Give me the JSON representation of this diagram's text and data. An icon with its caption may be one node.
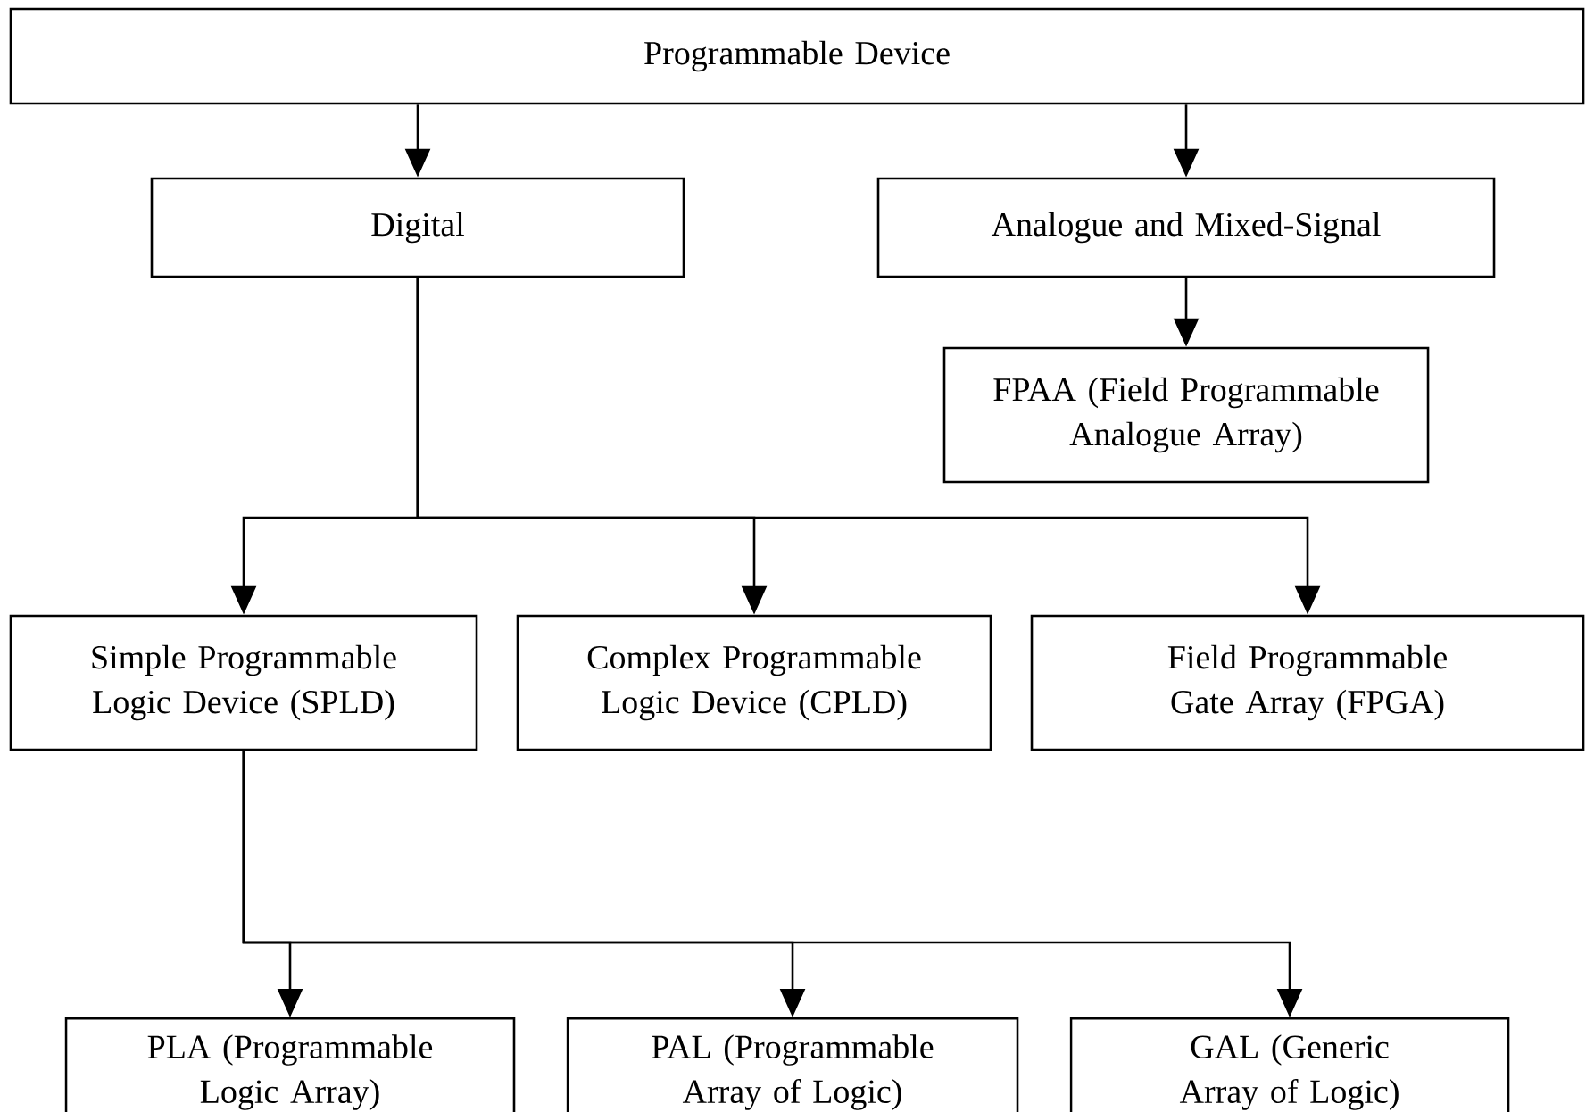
{
  "diagram": {
    "nodes": [
      {
        "text": [
          "Programmable Device"
        ]
      },
      {
        "text": [
          "Digital"
        ]
      },
      {
        "text": [
          "Analogue and Mixed-Signal"
        ]
      },
      {
        "text": [
          "FPAA (Field Programmable Analogue Array)"
        ]
      },
      {
        "text": [
          "Simple Programmable Logic Device (SPLD)"
        ]
      },
      {
        "text": [
          "Complex Programmable Logic Device (CPLD)"
        ]
      },
      {
        "text": [
          "Field Programmable Gate Array (FPGA)"
        ]
      },
      {
        "text": [
          "PLA (Programmable Logic Array)"
        ]
      },
      {
        "text": [
          "PAL (Programmable Array of Logic)"
        ]
      },
      {
        "text": [
          "GAL (Generic Array of Logic)"
        ]
      }
    ],
    "edges": [
      {
        "from": 0,
        "to": 1,
        "arrow": "to"
      },
      {
        "from": 0,
        "to": 2,
        "arrow": "to"
      },
      {
        "from": 2,
        "to": 3,
        "arrow": "to"
      },
      {
        "from": 1,
        "to": 4,
        "arrow": "to"
      },
      {
        "from": 1,
        "to": 5,
        "arrow": "to"
      },
      {
        "from": 1,
        "to": 6,
        "arrow": "to"
      },
      {
        "from": 4,
        "to": 7,
        "arrow": "to"
      },
      {
        "from": 4,
        "to": 8,
        "arrow": "to"
      },
      {
        "from": 4,
        "to": 9,
        "arrow": "to"
      }
    ]
  }
}
